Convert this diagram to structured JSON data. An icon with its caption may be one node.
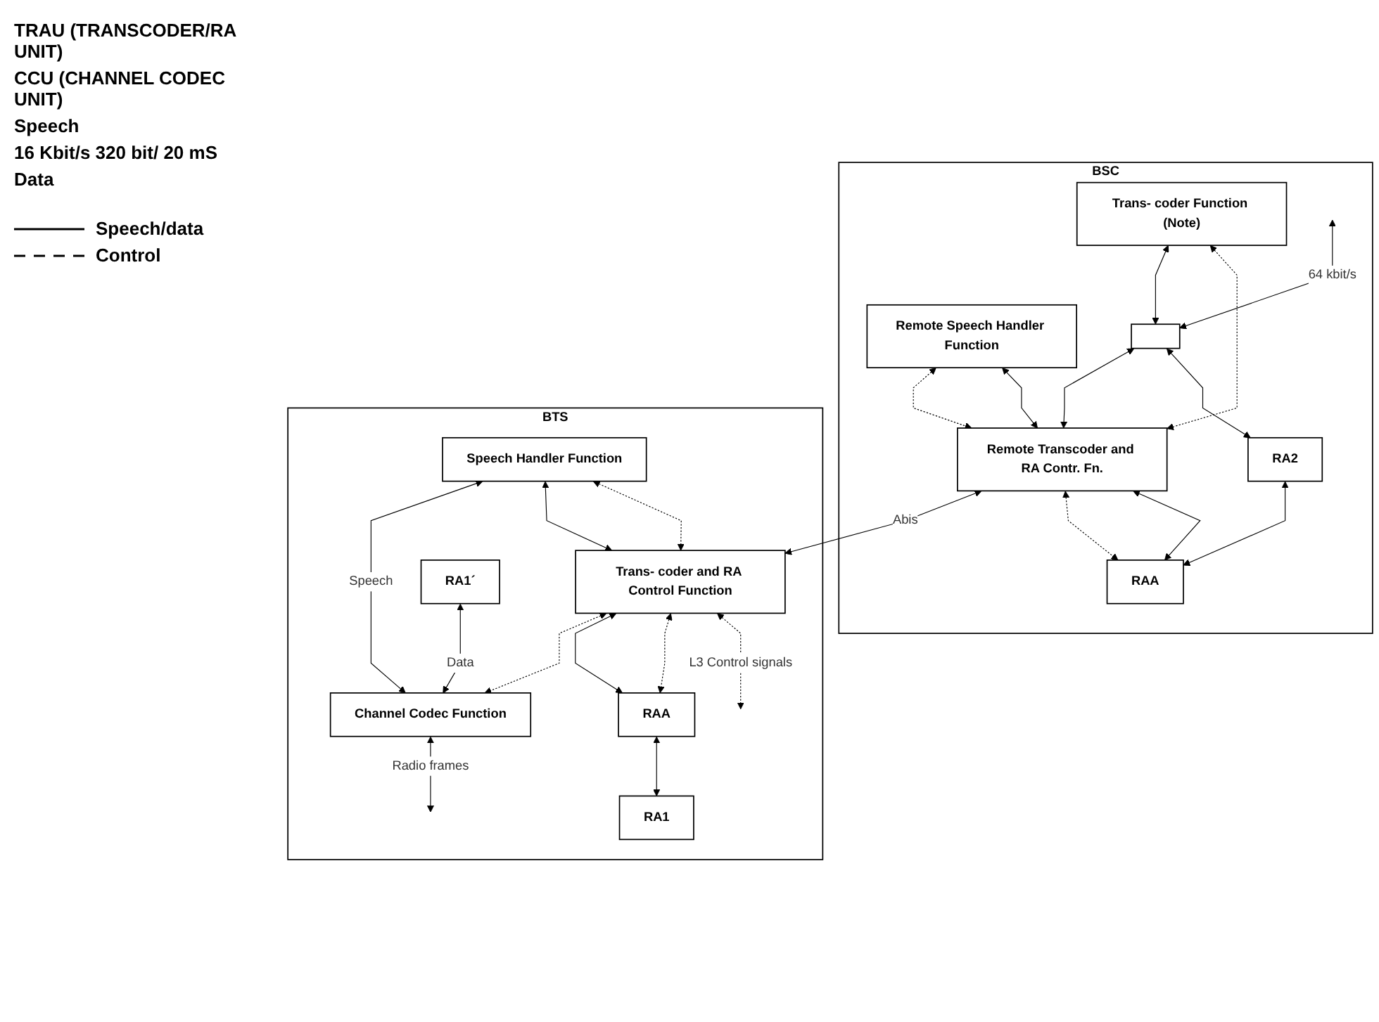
{
  "diagram": {
    "nodes": [
      {
        "text": [
          "BSC"
        ]
      },
      {
        "text": [
          "Trans- coder Function (Note)"
        ],
        "in": 0
      },
      {
        "text": [
          "Remote Speech Handler Function"
        ],
        "in": 0
      },
      {
        "text": [],
        "shape": "box",
        "in": 0
      },
      {
        "text": [
          "Remote Transcoder and RA Contr. Fn."
        ],
        "in": 0
      },
      {
        "text": [
          "RA2"
        ],
        "in": 0
      },
      {
        "text": [
          "RAA"
        ],
        "in": 0
      },
      {
        "text": [
          "BTS"
        ]
      },
      {
        "text": [
          "Speech Handler Function"
        ],
        "in": 7
      },
      {
        "text": [
          "Trans- coder and RA Control Function"
        ],
        "in": 7
      },
      {
        "text": [
          "Channel Codec Function"
        ],
        "in": 7
      },
      {
        "text": [
          "RAA"
        ],
        "in": 7
      },
      {
        "text": [
          "RA1"
        ],
        "in": 7
      },
      {
        "text": [
          "RA1´"
        ],
        "in": 7
      }
    ],
    "edges": [
      {
        "from": 1,
        "to": 3,
        "arrow": "both"
      },
      {
        "from": 1,
        "to": 4,
        "arrow": "both",
        "style": "dashed"
      },
      {
        "from": 2,
        "to": 4,
        "arrow": "both",
        "style": "dashed"
      },
      {
        "from": 2,
        "to": 4,
        "arrow": "both"
      },
      {
        "from": null,
        "to": 3,
        "arrow": "both",
        "label": "64 kbit/s"
      },
      {
        "from": 3,
        "to": 4,
        "arrow": "both"
      },
      {
        "from": 4,
        "to": 9,
        "arrow": "both",
        "label": "Abis"
      },
      {
        "from": 3,
        "to": 5,
        "arrow": "both"
      },
      {
        "from": 4,
        "to": 6,
        "arrow": "both",
        "style": "dashed"
      },
      {
        "from": 4,
        "to": 6,
        "arrow": "both"
      },
      {
        "from": 5,
        "to": 6,
        "arrow": "both"
      },
      {
        "from": 8,
        "to": 10,
        "arrow": "both",
        "label": "Speech"
      },
      {
        "from": 8,
        "to": 9,
        "arrow": "both"
      },
      {
        "from": 8,
        "to": 9,
        "arrow": "both",
        "style": "dashed"
      },
      {
        "from": 9,
        "to": 10,
        "arrow": "both",
        "style": "dashed"
      },
      {
        "from": 9,
        "to": 11,
        "arrow": "both"
      },
      {
        "from": 9,
        "to": 11,
        "arrow": "both",
        "style": "dashed"
      },
      {
        "from": 9,
        "to": null,
        "arrow": "both",
        "style": "dashed",
        "label": "L3 Control signals"
      },
      {
        "from": 11,
        "to": 12,
        "arrow": "both"
      },
      {
        "from": 13,
        "to": 10,
        "arrow": "both",
        "label": "Data"
      },
      {
        "from": 10,
        "to": null,
        "arrow": "both",
        "label": "Radio frames"
      }
    ],
    "labels": [
      "TRAU (TRANSCODER/RA UNIT)",
      "CCU (CHANNEL CODEC UNIT)",
      "Speech",
      "16 Kbit/s 320 bit/ 20 mS",
      "Data"
    ],
    "legend": [
      {
        "text": "Speech/data"
      },
      {
        "text": "Control"
      }
    ]
  }
}
